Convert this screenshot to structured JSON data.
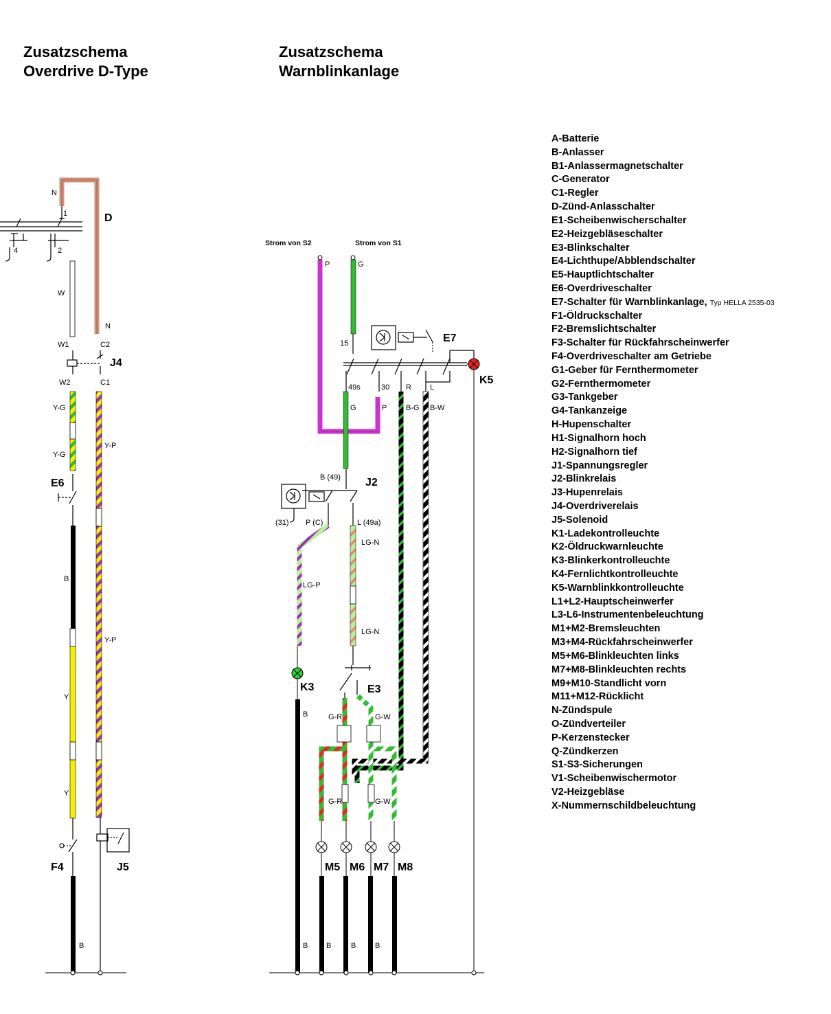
{
  "titles": {
    "overdrive": [
      "Zusatzschema",
      "Overdrive D-Type"
    ],
    "warnblink": [
      "Zusatzschema",
      "Warnblinkanlage"
    ]
  },
  "components": {
    "D": "D",
    "J4": "J4",
    "E6": "E6",
    "F4": "F4",
    "J5": "J5",
    "E7": "E7",
    "K5": "K5",
    "J2": "J2",
    "K3": "K3",
    "E3": "E3",
    "M5": "M5",
    "M6": "M6",
    "M7": "M7",
    "M8": "M8"
  },
  "sources": {
    "s2": "Strom von S2",
    "s1": "Strom von S1"
  },
  "terminals": {
    "N_top": "N",
    "t1": "1",
    "t2": "2",
    "t4": "4",
    "N_mid": "N",
    "W1": "W1",
    "C2": "C2",
    "W2": "W2",
    "C1": "C1",
    "t15": "15",
    "t49s": "49s",
    "t30": "30",
    "R": "R",
    "L": "L",
    "B49": "B (49)",
    "t31": "(31)",
    "PC": "P (C)",
    "L49a": "L (49a)"
  },
  "wires": {
    "W": "W",
    "YG1": "Y-G",
    "YG2": "Y-G",
    "YP1": "Y-P",
    "YP2": "Y-P",
    "B_ov": "B",
    "Y1": "Y",
    "Y2": "Y",
    "B_ov2": "B",
    "P_top": "P",
    "G_top": "G",
    "G_mid": "G",
    "P_mid": "P",
    "BG": "B-G",
    "BW": "B-W",
    "LGP": "LG-P",
    "LGN1": "LG-N",
    "LGN2": "LG-N",
    "B_k3": "B",
    "GR1": "G-R",
    "GW1": "G-W",
    "GR2": "G-R",
    "GW2": "G-W",
    "B1": "B",
    "B2": "B",
    "B3": "B",
    "B4": "B"
  },
  "colors": {
    "brown": "#d4907a",
    "magenta": "#cc33cc",
    "green": "#33bb33",
    "yellow": "#f5f000",
    "purple": "#9933bb",
    "red": "#ee2222",
    "lightgreen": "#b9f09a",
    "salmon": "#e08a7a",
    "black": "#000000",
    "k3_lamp": "#33cc33",
    "k5_lamp": "#ee2222"
  },
  "legend": [
    {
      "text": "A-Batterie"
    },
    {
      "text": "B-Anlasser"
    },
    {
      "text": "B1-Anlassermagnetschalter"
    },
    {
      "text": "C-Generator"
    },
    {
      "text": "C1-Regler"
    },
    {
      "text": "D-Zünd-Anlasschalter"
    },
    {
      "text": "E1-Scheibenwischerschalter"
    },
    {
      "text": "E2-Heizgebläseschalter"
    },
    {
      "text": "E3-Blinkschalter"
    },
    {
      "text": "E4-Lichthupe/Abblendschalter"
    },
    {
      "text": "E5-Hauptlichtschalter"
    },
    {
      "text": "E6-Overdriveschalter"
    },
    {
      "text": "E7-Schalter für Warnblinkanlage,",
      "note": "Typ HELLA 2535-03"
    },
    {
      "text": "F1-Öldruckschalter"
    },
    {
      "text": "F2-Bremslichtschalter"
    },
    {
      "text": "F3-Schalter für Rückfahrscheinwerfer"
    },
    {
      "text": "F4-Overdriveschalter am Getriebe"
    },
    {
      "text": "G1-Geber für Fernthermometer"
    },
    {
      "text": "G2-Fernthermometer"
    },
    {
      "text": "G3-Tankgeber"
    },
    {
      "text": "G4-Tankanzeige"
    },
    {
      "text": "H-Hupenschalter"
    },
    {
      "text": "H1-Signalhorn hoch"
    },
    {
      "text": "H2-Signalhorn tief"
    },
    {
      "text": "J1-Spannungsregler"
    },
    {
      "text": "J2-Blinkrelais"
    },
    {
      "text": "J3-Hupenrelais"
    },
    {
      "text": "J4-Overdriverelais"
    },
    {
      "text": "J5-Solenoid"
    },
    {
      "text": "K1-Ladekontrolleuchte"
    },
    {
      "text": "K2-Öldruckwarnleuchte"
    },
    {
      "text": "K3-Blinkerkontrolleuchte"
    },
    {
      "text": "K4-Fernlichtkontrolleuchte"
    },
    {
      "text": "K5-Warnblinkkontrolleuchte"
    },
    {
      "text": "L1+L2-Hauptscheinwerfer"
    },
    {
      "text": "L3-L6-Instrumentenbeleuchtung"
    },
    {
      "text": "M1+M2-Bremsleuchten"
    },
    {
      "text": "M3+M4-Rückfahrscheinwerfer"
    },
    {
      "text": "M5+M6-Blinkleuchten links"
    },
    {
      "text": "M7+M8-Blinkleuchten rechts"
    },
    {
      "text": "M9+M10-Standlicht vorn"
    },
    {
      "text": "M11+M12-Rücklicht"
    },
    {
      "text": "N-Zündspule"
    },
    {
      "text": "O-Zündverteiler"
    },
    {
      "text": "P-Kerzenstecker"
    },
    {
      "text": "Q-Zündkerzen"
    },
    {
      "text": "S1-S3-Sicherungen"
    },
    {
      "text": "V1-Scheibenwischermotor"
    },
    {
      "text": "V2-Heizgebläse"
    },
    {
      "text": "X-Nummernschildbeleuchtung"
    }
  ]
}
